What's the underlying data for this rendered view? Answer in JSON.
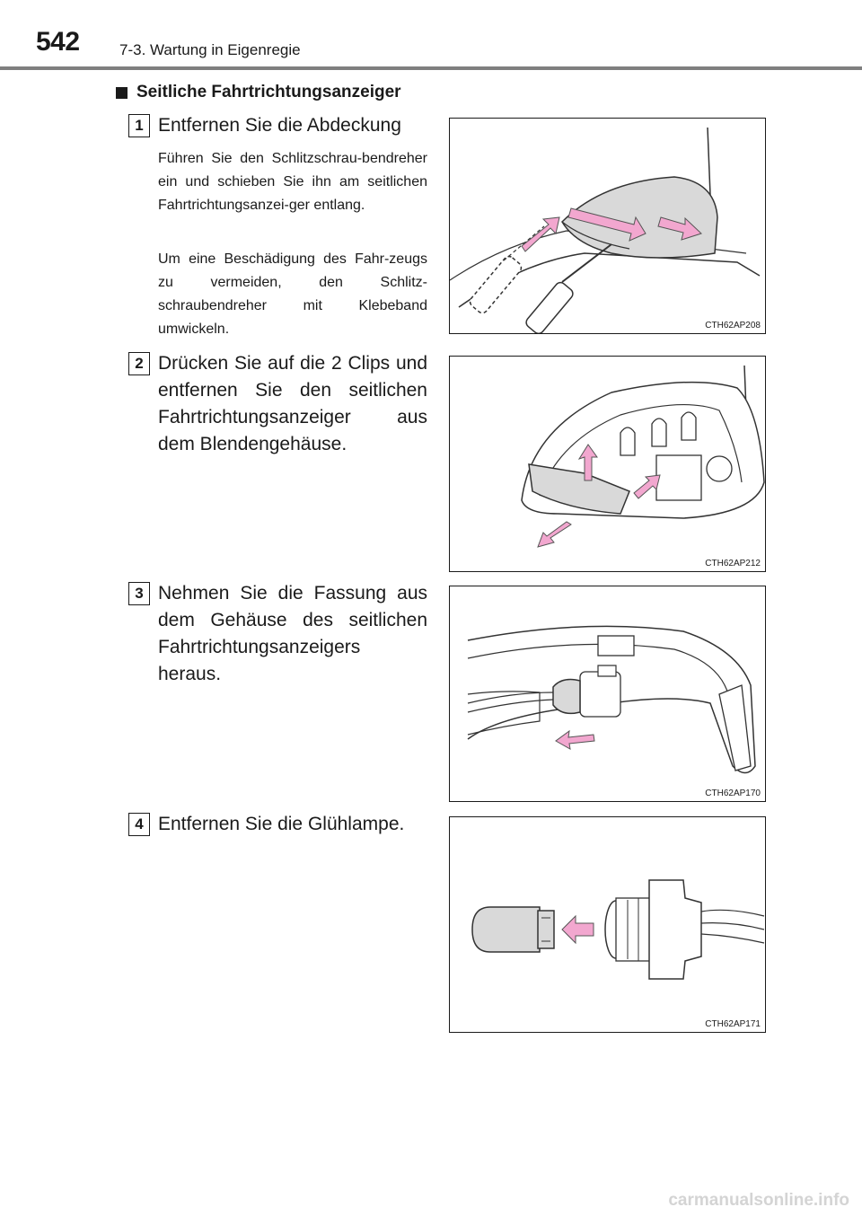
{
  "header": {
    "page_number": "542",
    "chapter": "7-3. Wartung in Eigenregie"
  },
  "section": {
    "title": "Seitliche Fahrtrichtungsanzeiger"
  },
  "steps": [
    {
      "number": "1",
      "title": "Entfernen Sie die Abdeckung",
      "desc1": "Führen Sie den Schlitzschrau-bendreher ein und schieben Sie ihn am seitlichen Fahrtrichtungsanzei-ger entlang.",
      "desc2": "Um eine Beschädigung des Fahr-zeugs zu vermeiden, den Schlitz-schraubendreher mit Klebeband umwickeln.",
      "figure_code": "CTH62AP208"
    },
    {
      "number": "2",
      "title": "Drücken Sie auf die 2 Clips und entfernen Sie den seitlichen Fahrtrichtungsanzeiger aus dem Blendengehäuse.",
      "figure_code": "CTH62AP212"
    },
    {
      "number": "3",
      "title": "Nehmen Sie die Fassung aus dem Gehäuse des seitlichen Fahrtrichtungsanzeigers heraus.",
      "figure_code": "CTH62AP170"
    },
    {
      "number": "4",
      "title": "Entfernen Sie die Glühlampe.",
      "figure_code": "CTH62AP171"
    }
  ],
  "watermark": "carmanualsonline.info",
  "colors": {
    "arrow_fill": "#f2a7cf",
    "arrow_stroke": "#555555",
    "part_fill": "#d9d9d9",
    "header_rule": "#7f7f7f"
  },
  "icons": [
    "square-bullet-icon",
    "pink-arrow-icon"
  ]
}
